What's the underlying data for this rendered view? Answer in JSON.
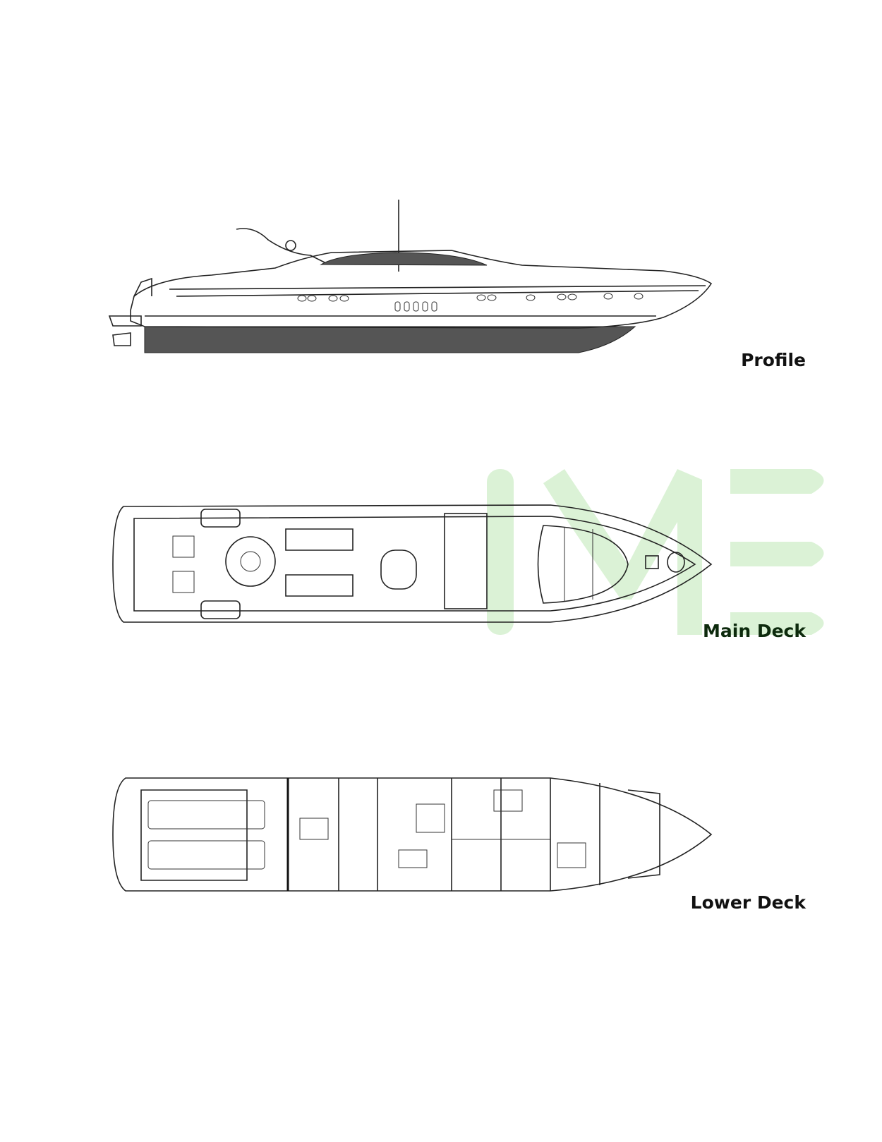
{
  "labels": {
    "profile": "Profile",
    "main_deck": "Main Deck",
    "lower_deck": "Lower Deck"
  },
  "watermark": {
    "text": "IME",
    "color": "#cfeec8"
  },
  "colors": {
    "line": "#222222",
    "hull_bottom": "#555555",
    "label": "#111111"
  }
}
